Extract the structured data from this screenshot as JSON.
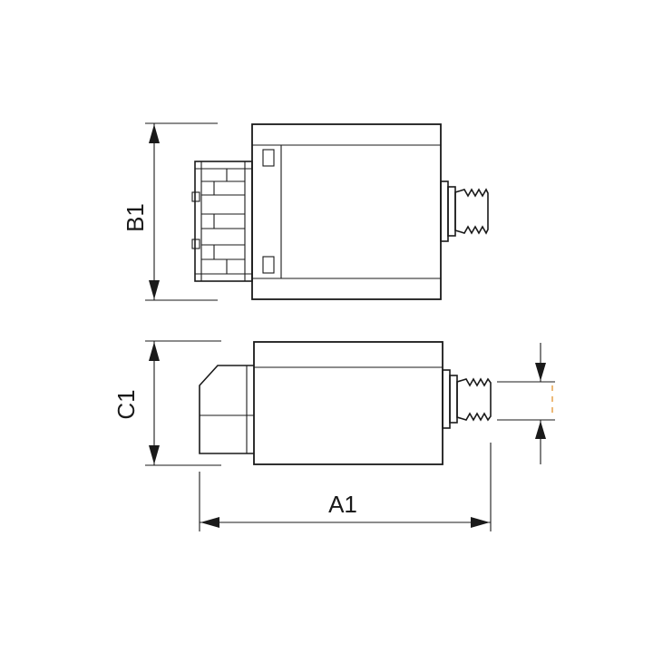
{
  "dimensions": {
    "b1": "B1",
    "c1": "C1",
    "a1": "A1"
  },
  "colors": {
    "line": "#1a1a1a",
    "background": "#ffffff",
    "accent_tick": "#e08a1e"
  }
}
